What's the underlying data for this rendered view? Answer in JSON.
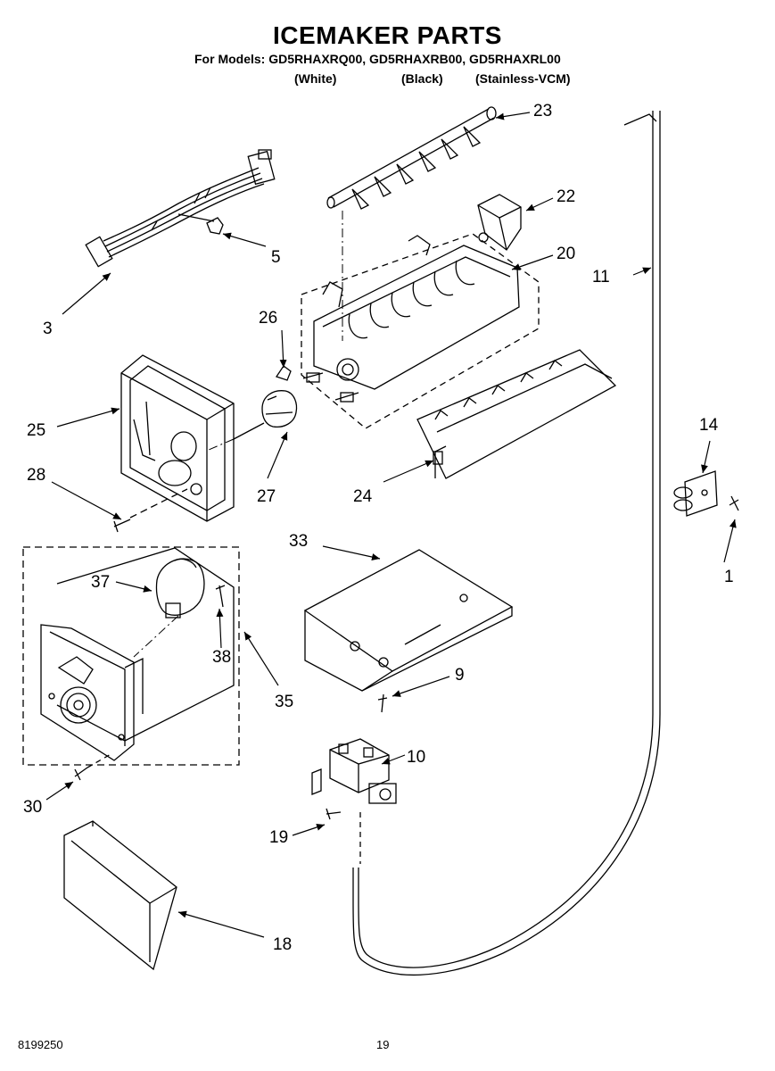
{
  "header": {
    "title": "ICEMAKER PARTS",
    "models": "For Models: GD5RHAXRQ00, GD5RHAXRB00, GD5RHAXRL00",
    "variants": [
      "(White)",
      "(Black)",
      "(Stainless-VCM)"
    ]
  },
  "footer": {
    "doc_number": "8199250",
    "page_number": "19"
  },
  "callouts": [
    "1",
    "3",
    "5",
    "9",
    "10",
    "11",
    "14",
    "18",
    "19",
    "20",
    "22",
    "23",
    "24",
    "25",
    "26",
    "27",
    "28",
    "30",
    "33",
    "35",
    "37",
    "38"
  ]
}
